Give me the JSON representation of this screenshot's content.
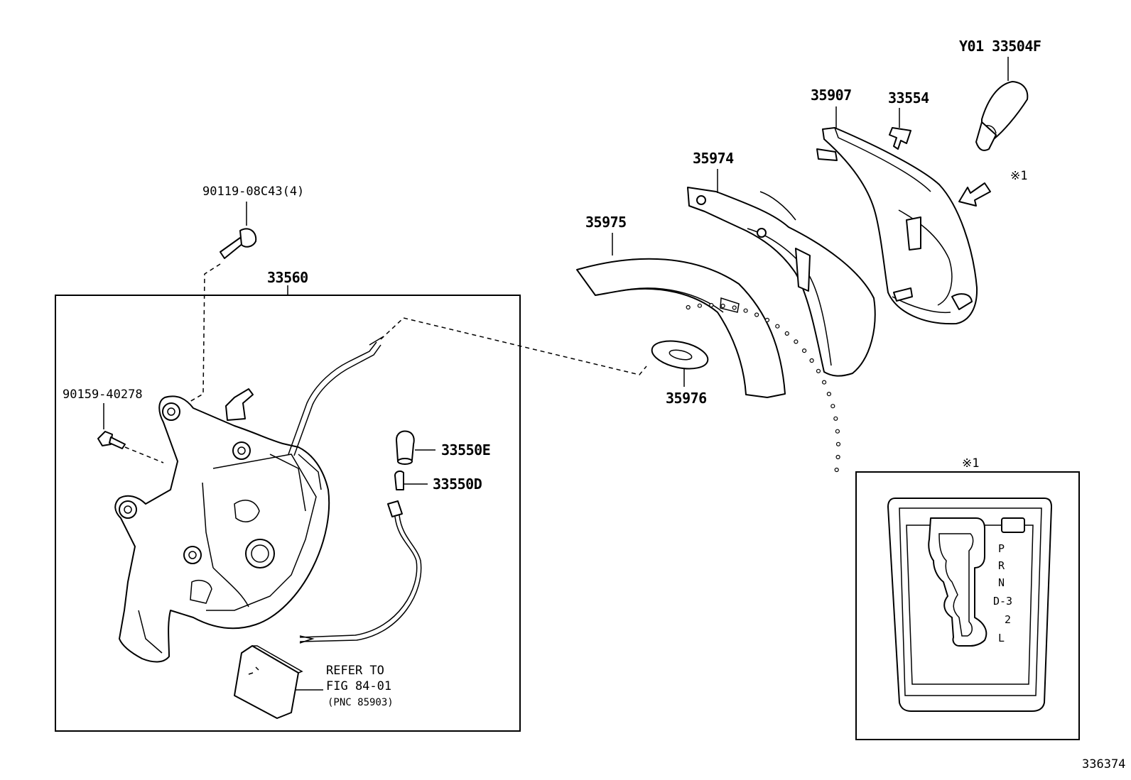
{
  "callouts": {
    "knob": "Y01 33504F",
    "bezel": "35907",
    "clip": "33554",
    "indicator_housing": "35974",
    "slide_cover": "35975",
    "plate": "35976",
    "bolt": "90119-08C43(4)",
    "assembly": "33560",
    "screw": "90159-40278",
    "bulb_socket": "33550E",
    "bulb": "33550D",
    "refer_line1": "REFER TO",
    "refer_line2": "FIG 84-01",
    "refer_line3": "(PNC 85903)",
    "view_ref": "※1",
    "detail_title": "※1",
    "figure_number": "336374"
  },
  "indicator": {
    "positions": [
      "P",
      "R",
      "N",
      "D-3",
      "2",
      "L"
    ]
  }
}
